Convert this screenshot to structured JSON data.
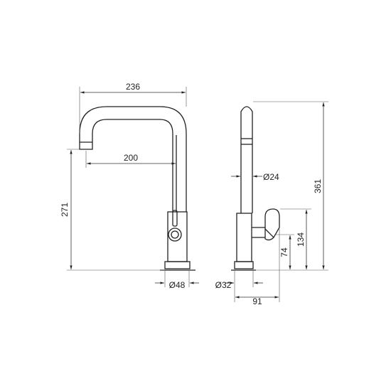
{
  "front_view": {
    "overall_width": "236",
    "spout_reach": "200",
    "spout_height": "271",
    "base_diameter": "Ø48"
  },
  "side_view": {
    "overall_height": "361",
    "spout_diameter": "Ø24",
    "lever_height": "134",
    "lever_pivot_height": "74",
    "base_diameter": "Ø32",
    "base_depth": "91"
  }
}
